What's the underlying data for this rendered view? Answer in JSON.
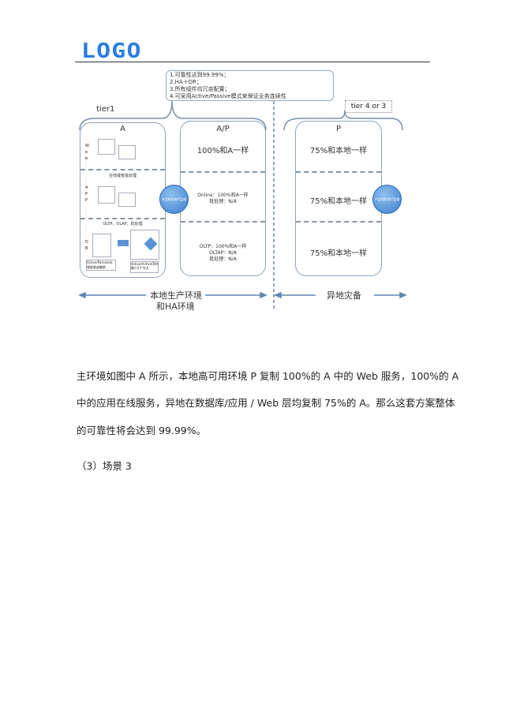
{
  "header": {
    "logo": "LOGO"
  },
  "diagram": {
    "note_lines": [
      "1.可靠性达到99.99%；",
      "2.HA＋DR；",
      "3.所有组件均冗余配置；",
      "4.可采用Active/Passive模式来保证业务连续性"
    ],
    "tier1": "tier1",
    "tier43": "tier 4 or 3",
    "box_a": {
      "title": "A",
      "web": "W e b",
      "app_label": "在线或者批处理",
      "app": "A P P",
      "db_label": "OLTP，OLAP，批处理",
      "db": "D B",
      "db_active": "Active/Passive存储复制或集群",
      "db_rac": "Active/Active(RAC)最少2个节点"
    },
    "box_ap": {
      "title": "A/P",
      "row1": "100%和A一样",
      "row2": [
        "Online：100%和A一样",
        "批处理：N/A"
      ],
      "row3": [
        "OLTP：100%和A一样",
        "OLTAP：N/A",
        "批处理：N/A"
      ]
    },
    "box_p": {
      "title": "P",
      "row1": "75%和本地一样",
      "row2": "75%和本地一样",
      "row3": "75%和本地一样"
    },
    "circle_left": "产品的本地IT运维",
    "circle_right": "产品的异地IT运维",
    "arrow_left": [
      "本地生产环境",
      "和HA环境"
    ],
    "arrow_right": "异地灾备"
  },
  "body": {
    "lines": [
      "主环境如图中 A 所示，本地高可用环境 P 复制 100%的 A 中的 Web 服务，100%的 A",
      "中的应用在线服务，异地在数据库/应用 / Web 层均复制 75%的 A。那么这套方案整体",
      "的可靠性将会达到 99.99%。"
    ],
    "heading": "（3）场景 3"
  }
}
